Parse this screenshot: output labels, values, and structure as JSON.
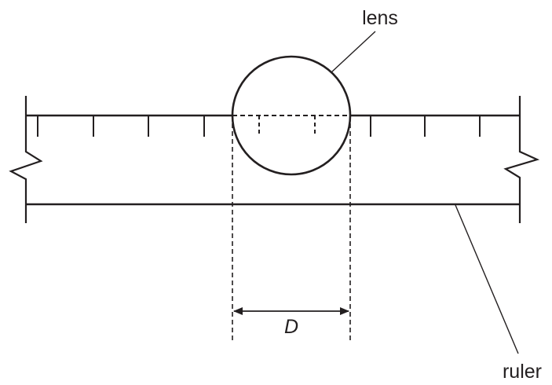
{
  "labels": {
    "lens": "lens",
    "ruler": "ruler",
    "diameter": "D"
  },
  "colors": {
    "ink": "#231f20",
    "background": "#ffffff"
  }
}
